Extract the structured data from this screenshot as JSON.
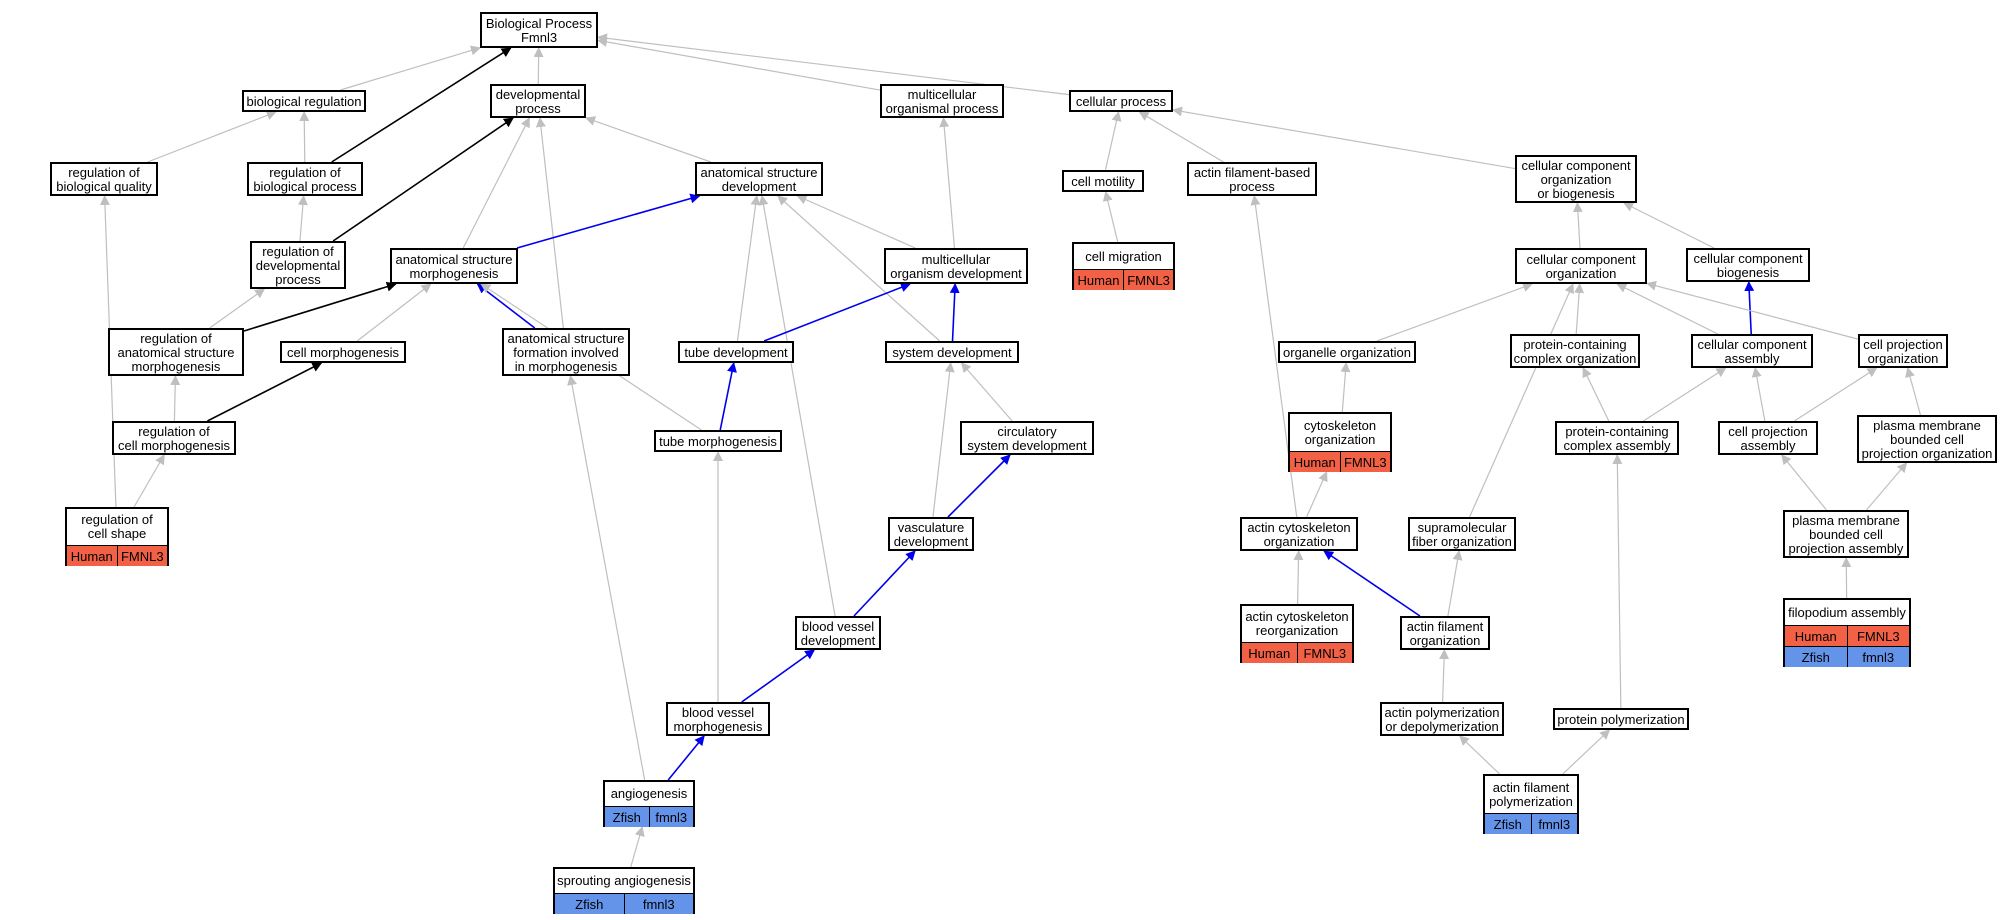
{
  "colors": {
    "human": "#f26045",
    "zfish": "#6493ea",
    "edge_grey": "#bfbfbf",
    "edge_black": "#000000",
    "edge_blue": "#0000ee"
  },
  "icons": [],
  "nodes": [
    {
      "id": "bp",
      "lines": [
        "Biological Process",
        "Fmnl3"
      ]
    },
    {
      "id": "bioreg",
      "lines": [
        "biological regulation"
      ]
    },
    {
      "id": "devproc",
      "lines": [
        "developmental",
        "process"
      ]
    },
    {
      "id": "mcproc",
      "lines": [
        "multicellular",
        "organismal process"
      ]
    },
    {
      "id": "cellproc",
      "lines": [
        "cellular process"
      ]
    },
    {
      "id": "regbq",
      "lines": [
        "regulation of",
        "biological quality"
      ]
    },
    {
      "id": "regbp",
      "lines": [
        "regulation of",
        "biological process"
      ]
    },
    {
      "id": "asd",
      "lines": [
        "anatomical structure",
        "development"
      ]
    },
    {
      "id": "cellmot",
      "lines": [
        "cell motility"
      ]
    },
    {
      "id": "afbp",
      "lines": [
        "actin filament-based",
        "process"
      ]
    },
    {
      "id": "ccob",
      "lines": [
        "cellular component",
        "organization",
        "or biogenesis"
      ]
    },
    {
      "id": "regdev",
      "lines": [
        "regulation of",
        "developmental",
        "process"
      ]
    },
    {
      "id": "asm",
      "lines": [
        "anatomical structure",
        "morphogenesis"
      ]
    },
    {
      "id": "mcod",
      "lines": [
        "multicellular",
        "organism development"
      ]
    },
    {
      "id": "cellmig",
      "lines": [
        "cell migration"
      ],
      "annot": [
        {
          "species": "Human",
          "gene": "FMNL3"
        }
      ]
    },
    {
      "id": "cco",
      "lines": [
        "cellular component",
        "organization"
      ]
    },
    {
      "id": "ccb",
      "lines": [
        "cellular component",
        "biogenesis"
      ]
    },
    {
      "id": "regasm",
      "lines": [
        "regulation of",
        "anatomical structure",
        "morphogenesis"
      ]
    },
    {
      "id": "cellmorph",
      "lines": [
        "cell morphogenesis"
      ]
    },
    {
      "id": "asfim",
      "lines": [
        "anatomical structure",
        "formation involved",
        "in morphogenesis"
      ]
    },
    {
      "id": "tubedev",
      "lines": [
        "tube development"
      ]
    },
    {
      "id": "sysdev",
      "lines": [
        "system development"
      ]
    },
    {
      "id": "orgorg",
      "lines": [
        "organelle organization"
      ]
    },
    {
      "id": "pcco",
      "lines": [
        "protein-containing",
        "complex organization"
      ]
    },
    {
      "id": "cca",
      "lines": [
        "cellular component",
        "assembly"
      ]
    },
    {
      "id": "cpo",
      "lines": [
        "cell projection",
        "organization"
      ]
    },
    {
      "id": "regcm",
      "lines": [
        "regulation of",
        "cell morphogenesis"
      ]
    },
    {
      "id": "tubemorph",
      "lines": [
        "tube morphogenesis"
      ]
    },
    {
      "id": "circsys",
      "lines": [
        "circulatory",
        "system development"
      ]
    },
    {
      "id": "cytoorg",
      "lines": [
        "cytoskeleton",
        "organization"
      ],
      "annot": [
        {
          "species": "Human",
          "gene": "FMNL3"
        }
      ]
    },
    {
      "id": "pcca",
      "lines": [
        "protein-containing",
        "complex assembly"
      ]
    },
    {
      "id": "cpa",
      "lines": [
        "cell projection",
        "assembly"
      ]
    },
    {
      "id": "pmbcpo",
      "lines": [
        "plasma membrane",
        "bounded cell",
        "projection organization"
      ]
    },
    {
      "id": "regshape",
      "lines": [
        "regulation of",
        "cell shape"
      ],
      "annot": [
        {
          "species": "Human",
          "gene": "FMNL3"
        }
      ]
    },
    {
      "id": "vascdev",
      "lines": [
        "vasculature",
        "development"
      ]
    },
    {
      "id": "actcytoorg",
      "lines": [
        "actin cytoskeleton",
        "organization"
      ]
    },
    {
      "id": "supramol",
      "lines": [
        "supramolecular",
        "fiber organization"
      ]
    },
    {
      "id": "pmbcpa",
      "lines": [
        "plasma membrane",
        "bounded cell",
        "projection assembly"
      ]
    },
    {
      "id": "bvdev",
      "lines": [
        "blood vessel",
        "development"
      ]
    },
    {
      "id": "actcytoreorg",
      "lines": [
        "actin cytoskeleton",
        "reorganization"
      ],
      "annot": [
        {
          "species": "Human",
          "gene": "FMNL3"
        }
      ]
    },
    {
      "id": "actfilorg",
      "lines": [
        "actin filament",
        "organization"
      ]
    },
    {
      "id": "filopod",
      "lines": [
        "filopodium assembly"
      ],
      "annot": [
        {
          "species": "Human",
          "gene": "FMNL3"
        },
        {
          "species": "Zfish",
          "gene": "fmnl3"
        }
      ]
    },
    {
      "id": "bvmorph",
      "lines": [
        "blood vessel",
        "morphogenesis"
      ]
    },
    {
      "id": "actpoldepol",
      "lines": [
        "actin polymerization",
        "or depolymerization"
      ]
    },
    {
      "id": "protpol",
      "lines": [
        "protein polymerization"
      ]
    },
    {
      "id": "angio",
      "lines": [
        "angiogenesis"
      ],
      "annot": [
        {
          "species": "Zfish",
          "gene": "fmnl3"
        }
      ]
    },
    {
      "id": "actfilpol",
      "lines": [
        "actin filament",
        "polymerization"
      ],
      "annot": [
        {
          "species": "Zfish",
          "gene": "fmnl3"
        }
      ]
    },
    {
      "id": "sprout",
      "lines": [
        "sprouting angiogenesis"
      ],
      "annot": [
        {
          "species": "Zfish",
          "gene": "fmnl3"
        }
      ]
    }
  ],
  "edges": [
    {
      "from": "bioreg",
      "to": "bp",
      "kind": "is_a"
    },
    {
      "from": "devproc",
      "to": "bp",
      "kind": "is_a"
    },
    {
      "from": "mcproc",
      "to": "bp",
      "kind": "is_a"
    },
    {
      "from": "cellproc",
      "to": "bp",
      "kind": "is_a"
    },
    {
      "from": "regbp",
      "to": "bp",
      "kind": "regulates"
    },
    {
      "from": "regbq",
      "to": "bioreg",
      "kind": "is_a"
    },
    {
      "from": "regbp",
      "to": "bioreg",
      "kind": "is_a"
    },
    {
      "from": "asd",
      "to": "devproc",
      "kind": "is_a"
    },
    {
      "from": "regdev",
      "to": "devproc",
      "kind": "regulates"
    },
    {
      "from": "asm",
      "to": "devproc",
      "kind": "is_a"
    },
    {
      "from": "asfim",
      "to": "devproc",
      "kind": "is_a"
    },
    {
      "from": "mcod",
      "to": "mcproc",
      "kind": "is_a"
    },
    {
      "from": "cellmot",
      "to": "cellproc",
      "kind": "is_a"
    },
    {
      "from": "afbp",
      "to": "cellproc",
      "kind": "is_a"
    },
    {
      "from": "ccob",
      "to": "cellproc",
      "kind": "is_a"
    },
    {
      "from": "regdev",
      "to": "regbp",
      "kind": "is_a"
    },
    {
      "from": "asm",
      "to": "asd",
      "kind": "part_of"
    },
    {
      "from": "mcod",
      "to": "asd",
      "kind": "is_a"
    },
    {
      "from": "tubedev",
      "to": "asd",
      "kind": "is_a"
    },
    {
      "from": "sysdev",
      "to": "asd",
      "kind": "is_a"
    },
    {
      "from": "bvdev",
      "to": "asd",
      "kind": "is_a"
    },
    {
      "from": "cellmig",
      "to": "cellmot",
      "kind": "is_a"
    },
    {
      "from": "actcytoorg",
      "to": "afbp",
      "kind": "is_a"
    },
    {
      "from": "cco",
      "to": "ccob",
      "kind": "is_a"
    },
    {
      "from": "ccb",
      "to": "ccob",
      "kind": "is_a"
    },
    {
      "from": "regasm",
      "to": "regdev",
      "kind": "is_a"
    },
    {
      "from": "regasm",
      "to": "asm",
      "kind": "regulates"
    },
    {
      "from": "cellmorph",
      "to": "asm",
      "kind": "is_a"
    },
    {
      "from": "asfim",
      "to": "asm",
      "kind": "part_of"
    },
    {
      "from": "tubemorph",
      "to": "asm",
      "kind": "is_a"
    },
    {
      "from": "tubedev",
      "to": "mcod",
      "kind": "part_of"
    },
    {
      "from": "sysdev",
      "to": "mcod",
      "kind": "part_of"
    },
    {
      "from": "cca",
      "to": "ccb",
      "kind": "part_of"
    },
    {
      "from": "orgorg",
      "to": "cco",
      "kind": "is_a"
    },
    {
      "from": "pcco",
      "to": "cco",
      "kind": "is_a"
    },
    {
      "from": "cca",
      "to": "cco",
      "kind": "is_a"
    },
    {
      "from": "cpo",
      "to": "cco",
      "kind": "is_a"
    },
    {
      "from": "supramol",
      "to": "cco",
      "kind": "is_a"
    },
    {
      "from": "regcm",
      "to": "regasm",
      "kind": "is_a"
    },
    {
      "from": "regcm",
      "to": "cellmorph",
      "kind": "regulates"
    },
    {
      "from": "tubemorph",
      "to": "tubedev",
      "kind": "part_of"
    },
    {
      "from": "circsys",
      "to": "sysdev",
      "kind": "is_a"
    },
    {
      "from": "vascdev",
      "to": "sysdev",
      "kind": "is_a"
    },
    {
      "from": "cytoorg",
      "to": "orgorg",
      "kind": "is_a"
    },
    {
      "from": "pcca",
      "to": "pcco",
      "kind": "is_a"
    },
    {
      "from": "pcca",
      "to": "cca",
      "kind": "is_a"
    },
    {
      "from": "cpa",
      "to": "cca",
      "kind": "is_a"
    },
    {
      "from": "cpa",
      "to": "cpo",
      "kind": "is_a"
    },
    {
      "from": "pmbcpo",
      "to": "cpo",
      "kind": "is_a"
    },
    {
      "from": "regshape",
      "to": "regbq",
      "kind": "is_a"
    },
    {
      "from": "regshape",
      "to": "regcm",
      "kind": "is_a"
    },
    {
      "from": "bvmorph",
      "to": "tubemorph",
      "kind": "is_a"
    },
    {
      "from": "vascdev",
      "to": "circsys",
      "kind": "part_of"
    },
    {
      "from": "actcytoorg",
      "to": "cytoorg",
      "kind": "is_a"
    },
    {
      "from": "protpol",
      "to": "pcca",
      "kind": "is_a"
    },
    {
      "from": "pmbcpa",
      "to": "cpa",
      "kind": "is_a"
    },
    {
      "from": "pmbcpa",
      "to": "pmbcpo",
      "kind": "is_a"
    },
    {
      "from": "bvdev",
      "to": "vascdev",
      "kind": "part_of"
    },
    {
      "from": "actcytoreorg",
      "to": "actcytoorg",
      "kind": "is_a"
    },
    {
      "from": "actfilorg",
      "to": "actcytoorg",
      "kind": "part_of"
    },
    {
      "from": "actfilorg",
      "to": "supramol",
      "kind": "is_a"
    },
    {
      "from": "filopod",
      "to": "pmbcpa",
      "kind": "is_a"
    },
    {
      "from": "bvmorph",
      "to": "bvdev",
      "kind": "part_of"
    },
    {
      "from": "actpoldepol",
      "to": "actfilorg",
      "kind": "is_a"
    },
    {
      "from": "angio",
      "to": "bvmorph",
      "kind": "part_of"
    },
    {
      "from": "angio",
      "to": "asfim",
      "kind": "is_a"
    },
    {
      "from": "actfilpol",
      "to": "actpoldepol",
      "kind": "is_a"
    },
    {
      "from": "actfilpol",
      "to": "protpol",
      "kind": "is_a"
    },
    {
      "from": "sprout",
      "to": "angio",
      "kind": "is_a"
    }
  ]
}
